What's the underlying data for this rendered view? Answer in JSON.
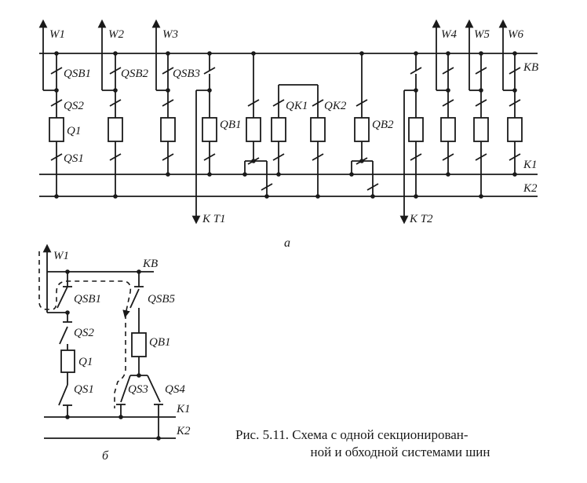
{
  "diagram_a": {
    "feeders_left": [
      "W1",
      "W2",
      "W3"
    ],
    "feeders_right": [
      "W4",
      "W5",
      "W6"
    ],
    "bus_bypass": "KB",
    "bus_1": "K1",
    "bus_2": "K2",
    "switch_labels": {
      "qsb1": "QSB1",
      "qsb2": "QSB2",
      "qsb3": "QSB3",
      "qs2": "QS2",
      "q1": "Q1",
      "qs1": "QS1",
      "qb1": "QB1",
      "qk1": "QK1",
      "qk2": "QK2",
      "qb2": "QB2"
    },
    "transformer_1": "К T1",
    "transformer_2": "К T2",
    "sublabel": "а"
  },
  "diagram_b": {
    "feeder": "W1",
    "bus_bypass": "KB",
    "bus_1": "K1",
    "bus_2": "K2",
    "labels": {
      "qsb1": "QSB1",
      "qs2": "QS2",
      "q1": "Q1",
      "qs1": "QS1",
      "qsb5": "QSB5",
      "qb1": "QB1",
      "qs3": "QS3",
      "qs4": "QS4"
    },
    "sublabel": "б"
  },
  "caption": {
    "line1": "Рис. 5.11. Схема с одной секционирован-",
    "line2": "ной и обходной системами шин"
  },
  "colors": {
    "ink": "#1a1a1a",
    "background": "#ffffff"
  }
}
